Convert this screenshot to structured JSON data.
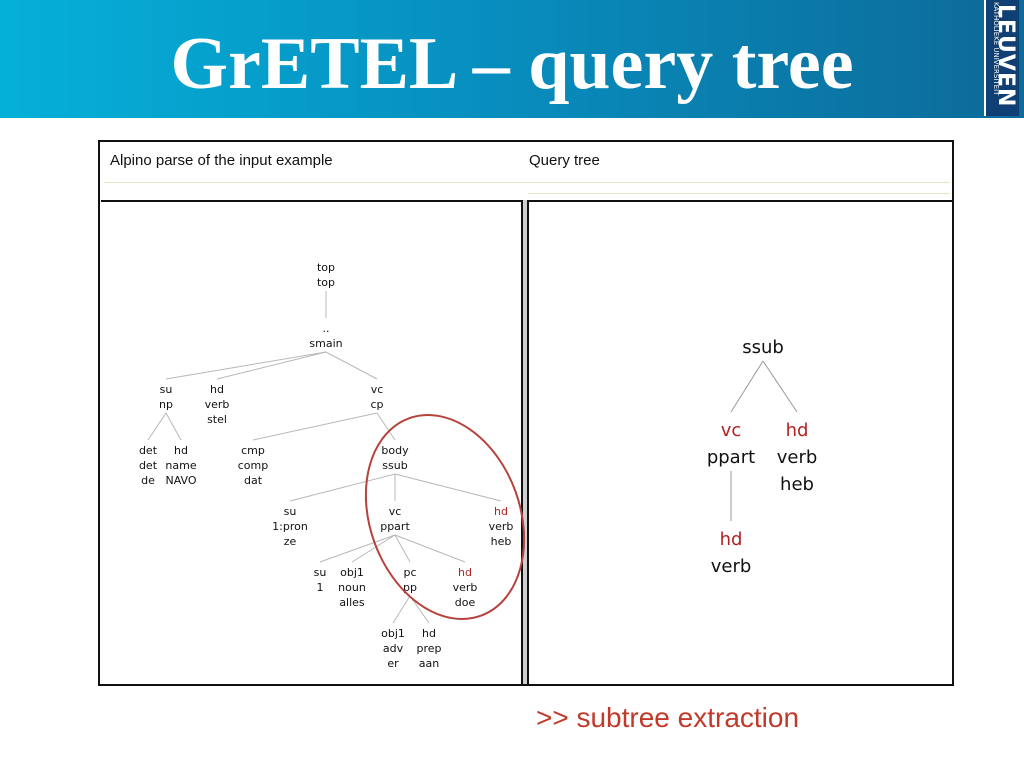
{
  "title": "GrETEL – query tree",
  "logo": {
    "line1": "KATHOLIEKE UNIVERSITEIT",
    "line2": "LEUVEN"
  },
  "headers": {
    "left": "Alpino parse of the input example",
    "right": "Query tree"
  },
  "left_tree": [
    {
      "id": "top",
      "lines": [
        "top",
        "top"
      ]
    },
    {
      "id": "dot",
      "lines": [
        "..",
        "smain"
      ]
    },
    {
      "id": "su1",
      "lines": [
        "su",
        "np"
      ]
    },
    {
      "id": "hd1",
      "lines": [
        "hd",
        "verb",
        "stel"
      ]
    },
    {
      "id": "vc1",
      "lines": [
        "vc",
        "cp"
      ]
    },
    {
      "id": "det",
      "lines": [
        "det",
        "det",
        "de"
      ]
    },
    {
      "id": "hdnm",
      "lines": [
        "hd",
        "name",
        "NAVO"
      ]
    },
    {
      "id": "cmp",
      "lines": [
        "cmp",
        "comp",
        "dat"
      ]
    },
    {
      "id": "body",
      "lines": [
        "body",
        "ssub"
      ]
    },
    {
      "id": "su2",
      "lines": [
        "su",
        "1:pron",
        "ze"
      ]
    },
    {
      "id": "vc2",
      "lines": [
        "vc",
        "ppart"
      ]
    },
    {
      "id": "hd2",
      "lines": [
        "hd",
        "verb",
        "heb"
      ],
      "highlight_first": true
    },
    {
      "id": "su3",
      "lines": [
        "su",
        "1"
      ]
    },
    {
      "id": "obj1",
      "lines": [
        "obj1",
        "noun",
        "alles"
      ]
    },
    {
      "id": "pc",
      "lines": [
        "pc",
        "pp"
      ]
    },
    {
      "id": "hd3",
      "lines": [
        "hd",
        "verb",
        "doe"
      ],
      "highlight_first": true
    },
    {
      "id": "obj1b",
      "lines": [
        "obj1",
        "adv",
        "er"
      ]
    },
    {
      "id": "hd4",
      "lines": [
        "hd",
        "prep",
        "aan"
      ]
    }
  ],
  "right_tree": [
    {
      "id": "ssub",
      "lines": [
        "ssub"
      ]
    },
    {
      "id": "qvc",
      "lines": [
        "vc",
        "ppart"
      ],
      "highlight_first": true
    },
    {
      "id": "qhd",
      "lines": [
        "hd",
        "verb",
        "heb"
      ],
      "highlight_first": true
    },
    {
      "id": "qhd2",
      "lines": [
        "hd",
        "verb"
      ],
      "highlight_first": true
    }
  ],
  "caption": ">> subtree extraction",
  "colors": {
    "title_bar": "#0790c0",
    "highlight": "#b22222",
    "ellipse": "#b5433c",
    "caption": "#c0392b",
    "logo_bg": "#0f3f73"
  }
}
